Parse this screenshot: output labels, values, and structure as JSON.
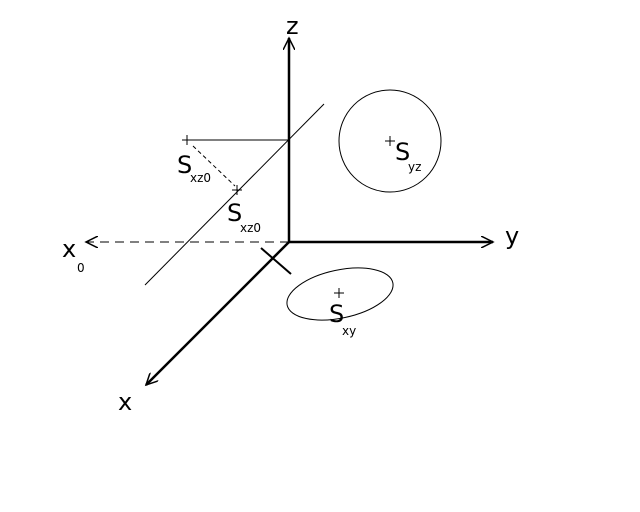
{
  "axes": {
    "z_label": "z",
    "y_label": "y",
    "x_label": "x",
    "x0_label": "x",
    "x0_subscript": "0"
  },
  "points": {
    "s_xz0_upper": {
      "main": "S",
      "sub": "xz0"
    },
    "s_xz0_lower": {
      "main": "S",
      "sub": "xz0"
    },
    "s_yz": {
      "main": "S",
      "sub": "yz"
    },
    "s_xy": {
      "main": "S",
      "sub": "xy"
    }
  },
  "colors": {
    "stroke": "#000000",
    "background": "#ffffff"
  }
}
